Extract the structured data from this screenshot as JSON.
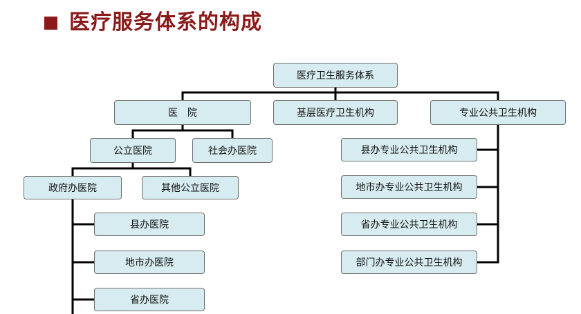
{
  "title": "医疗服务体系的构成",
  "colors": {
    "title": "#8b1a1a",
    "node_fill": "#d7ecf0",
    "node_border": "#6d6d6d",
    "connector": "#000000"
  },
  "nodes": {
    "root": "医疗卫生服务体系",
    "hospital": "医　院",
    "primary": "基层医疗卫生机构",
    "public_health": "专业公共卫生机构",
    "public_hospital": "公立医院",
    "private_hospital": "社会办医院",
    "gov_hospital": "政府办医院",
    "other_public": "其他公立医院",
    "county_hospital": "县办医院",
    "city_hospital": "地市办医院",
    "province_hospital": "省办医院",
    "county_ph": "县办专业公共卫生机构",
    "city_ph": "地市办专业公共卫生机构",
    "province_ph": "省办专业公共卫生机构",
    "dept_ph": "部门办专业公共卫生机构"
  }
}
